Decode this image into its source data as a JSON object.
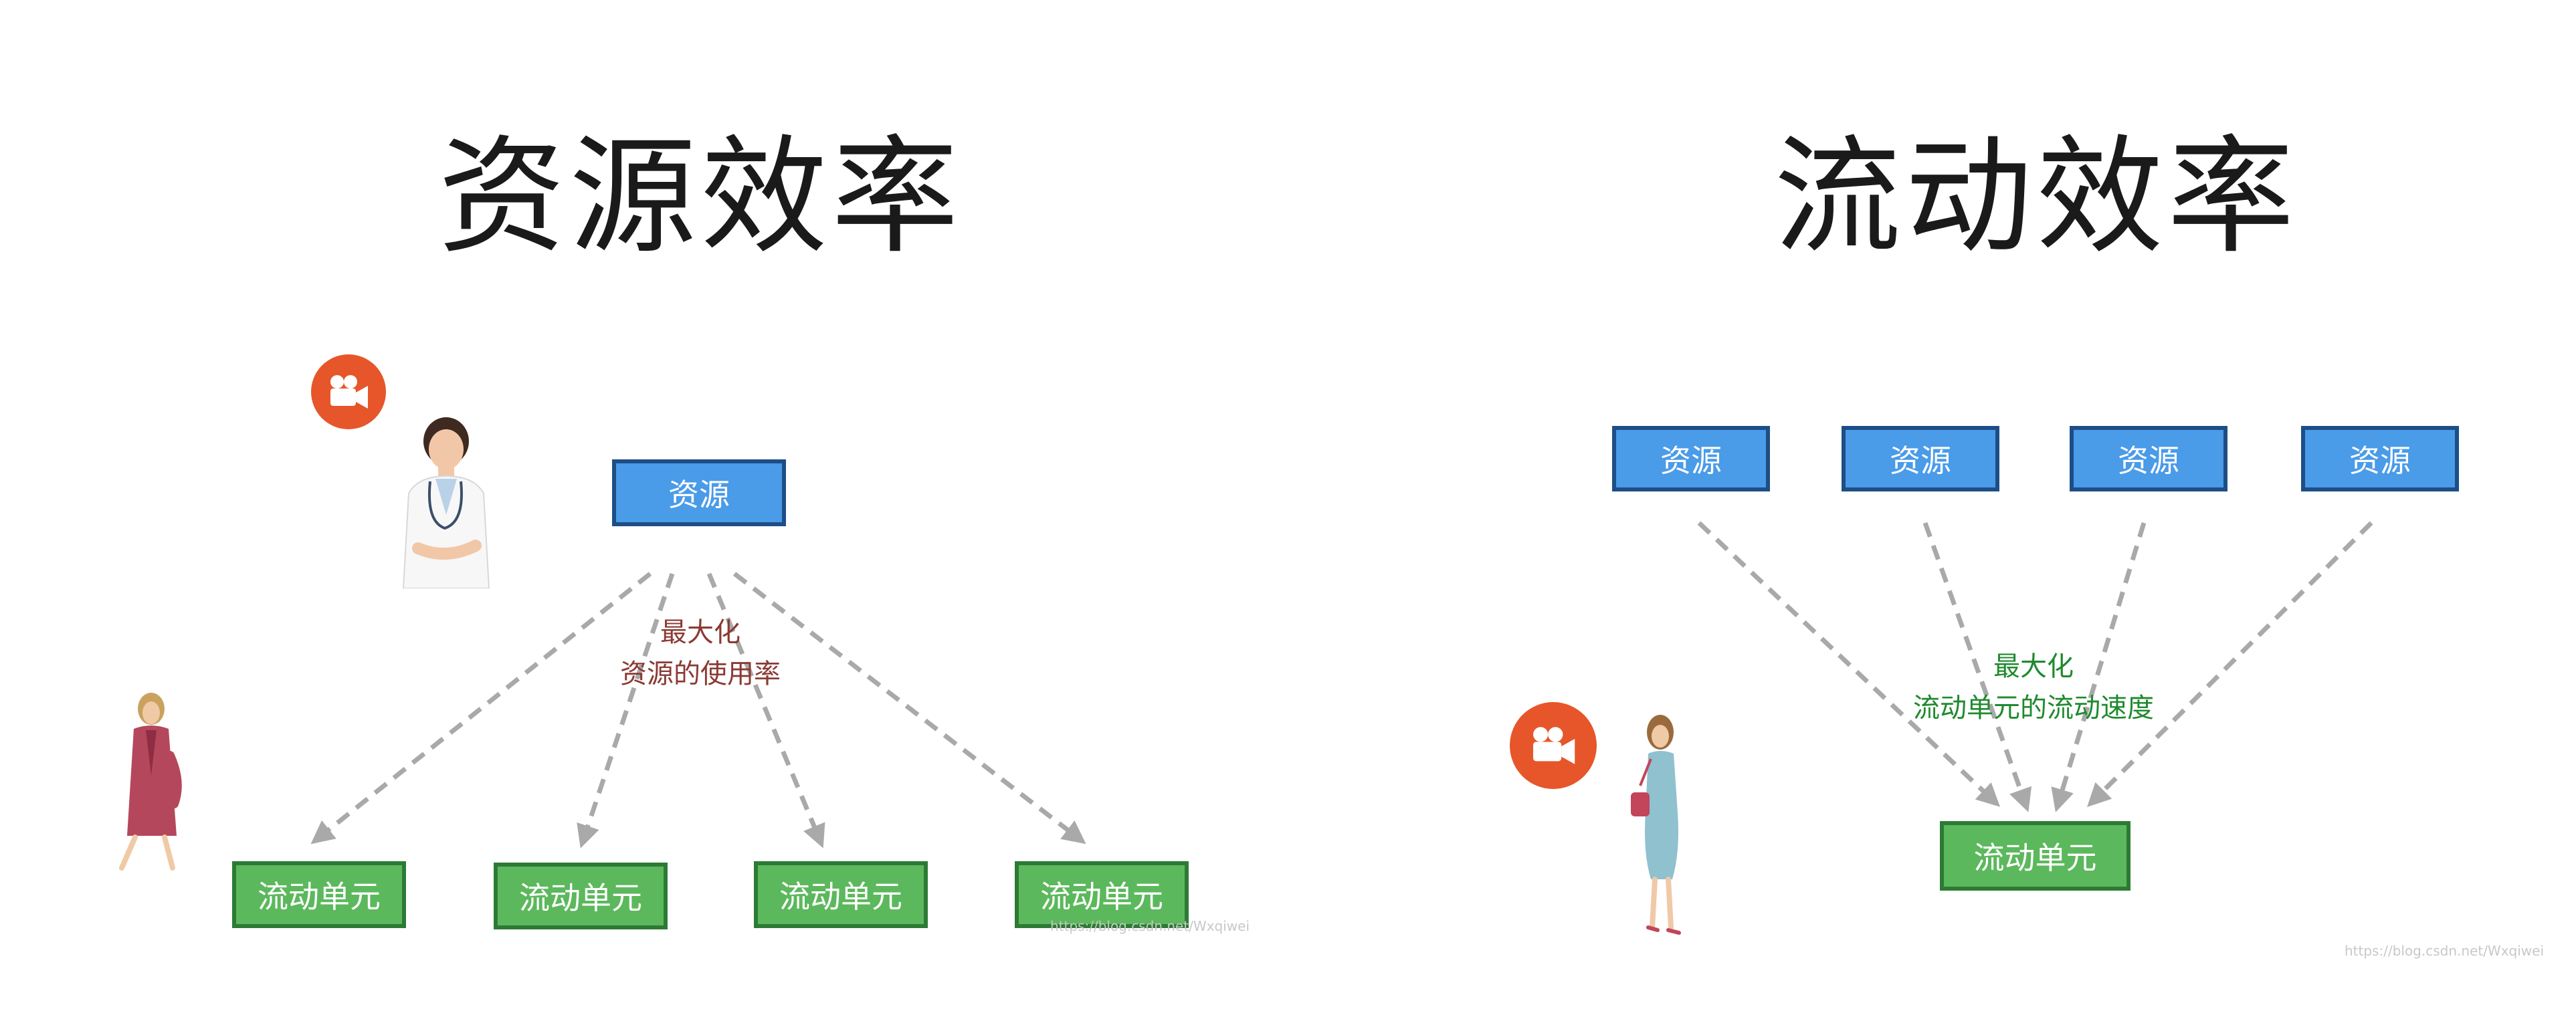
{
  "left_panel": {
    "title": "资源效率",
    "resource_label": "资源",
    "annotation_line1": "最大化",
    "annotation_line2": "资源的使用率",
    "flow_units": [
      "流动单元",
      "流动单元",
      "流动单元",
      "流动单元"
    ]
  },
  "right_panel": {
    "title": "流动效率",
    "resources": [
      "资源",
      "资源",
      "资源",
      "资源"
    ],
    "annotation_line1": "最大化",
    "annotation_line2": "流动单元的流动速度",
    "flow_unit_label": "流动单元"
  },
  "watermarks": {
    "left": "https://blog.csdn.net/Wxqiwei",
    "right": "https://blog.csdn.net/Wxqiwei"
  },
  "icons": {
    "camera": "video-camera-icon",
    "doctor": "doctor-figure",
    "woman_robe": "woman-in-robe-figure",
    "woman_dress": "woman-in-dress-figure"
  },
  "colors": {
    "resource_fill": "#4a9be8",
    "resource_border": "#1d4e86",
    "flow_fill": "#5cb85c",
    "flow_border": "#2d7a35",
    "camera_badge": "#e6562a",
    "annotation_left": "#8b3a34",
    "annotation_right": "#1f8a2e",
    "arrow": "#a9a9a9"
  }
}
